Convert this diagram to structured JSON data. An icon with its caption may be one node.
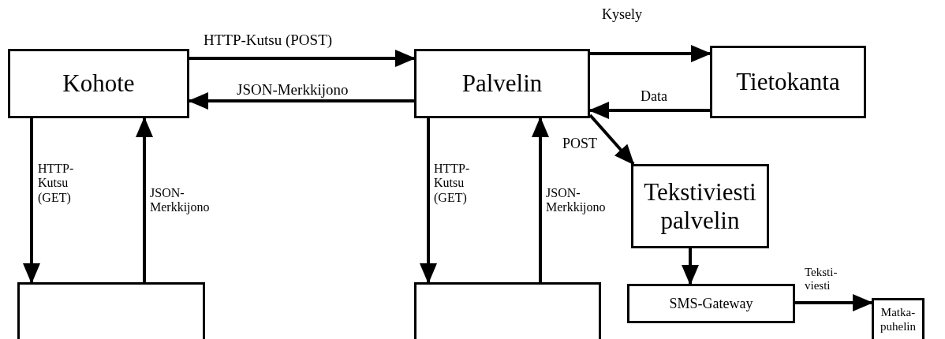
{
  "diagram": {
    "nodes": [
      {
        "text": [
          "Kohote"
        ]
      },
      {
        "text": [
          "Palvelin"
        ]
      },
      {
        "text": [
          "Tietokanta"
        ]
      },
      {
        "text": [
          "Tekstiviesti palvelin"
        ]
      },
      {
        "text": [],
        "shape": "box"
      },
      {
        "text": [],
        "shape": "box"
      },
      {
        "text": [
          "SMS-Gateway"
        ]
      },
      {
        "text": [
          "Matka-puhelin"
        ]
      }
    ],
    "edges": [
      {
        "from": 0,
        "to": 1,
        "arrow": "to",
        "label": "HTTP-Kutsu (POST)"
      },
      {
        "from": 1,
        "to": 0,
        "arrow": "to",
        "label": "JSON-Merkkijono"
      },
      {
        "from": 1,
        "to": 2,
        "arrow": "to",
        "label": "Kysely"
      },
      {
        "from": 2,
        "to": 1,
        "arrow": "to",
        "label": "Data"
      },
      {
        "from": 1,
        "to": 3,
        "arrow": "to",
        "label": "POST"
      },
      {
        "from": 0,
        "to": 4,
        "arrow": "to",
        "label": "HTTP- Kutsu (GET)"
      },
      {
        "from": 4,
        "to": 0,
        "arrow": "to",
        "label": "JSON- Merkkijono"
      },
      {
        "from": 1,
        "to": 5,
        "arrow": "to",
        "label": "HTTP- Kutsu (GET)"
      },
      {
        "from": 5,
        "to": 1,
        "arrow": "to",
        "label": "JSON- Merkkijono"
      },
      {
        "from": 3,
        "to": 6,
        "arrow": "to"
      },
      {
        "from": 6,
        "to": 7,
        "arrow": "to",
        "label": "Teksti- viesti"
      }
    ]
  }
}
